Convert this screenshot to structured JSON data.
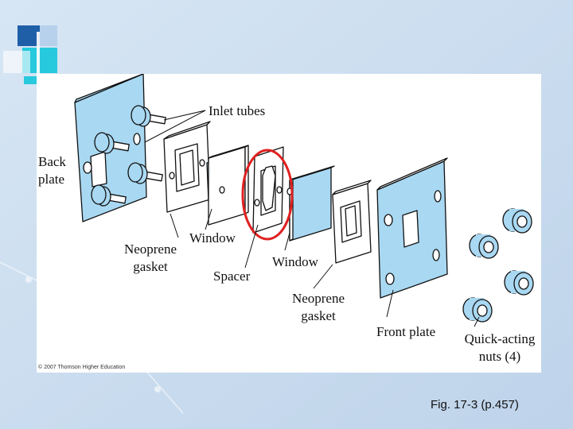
{
  "colors": {
    "slide_background": "#c9dcef",
    "accent_dark_blue": "#1f5fa8",
    "accent_cyan": "#27c9dd",
    "part_fill": "#a9d8f2",
    "highlight_ring": "#e02020"
  },
  "figure": {
    "labels": {
      "inlet_tubes": "Inlet tubes",
      "back_plate": "Back\nplate",
      "neoprene_gasket_left": "Neoprene\ngasket",
      "window_left": "Window",
      "spacer": "Spacer",
      "window_right": "Window",
      "neoprene_gasket_right": "Neoprene\ngasket",
      "front_plate": "Front plate",
      "quick_acting_nuts": "Quick-acting\nnuts (4)"
    },
    "copyright": "© 2007 Thomson Higher Education",
    "highlighted_part": "Spacer"
  },
  "caption": "Fig. 17-3 (p.457)"
}
